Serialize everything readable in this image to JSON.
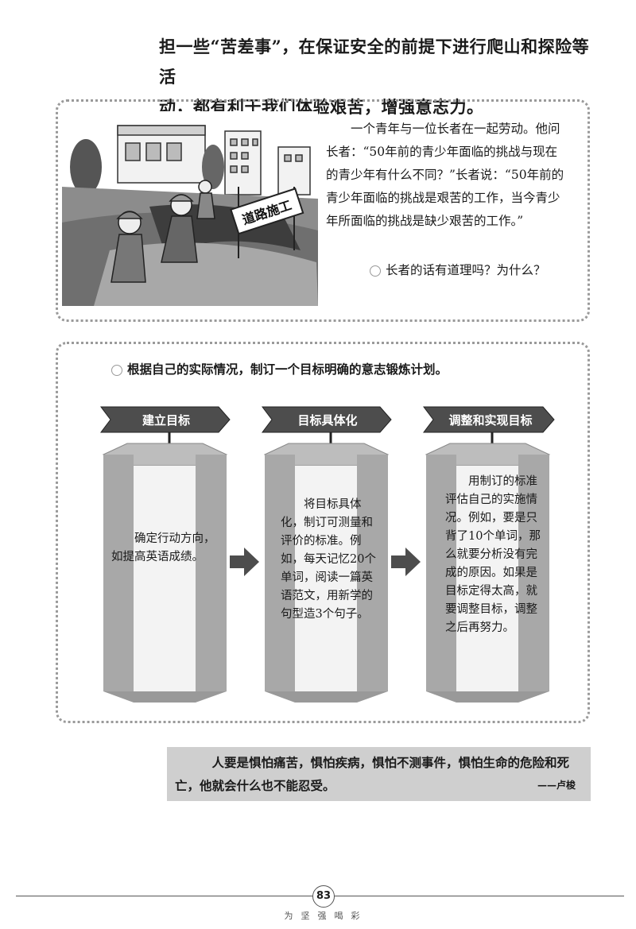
{
  "intro": {
    "line1": "担一些“苦差事”，在保证安全的前提下进行爬山和探险等活",
    "line2": "动，都有利于我们体验艰苦，增强意志力。"
  },
  "story": {
    "sign_text": "道路施工",
    "text": "一个青年与一位长者在一起劳动。他问长者：“50年前的青少年面临的挑战与现在的青少年有什么不同？”长者说：“50年前的青少年面临的挑战是艰苦的工作，当今青少年所面临的挑战是缺少艰苦的工作。”",
    "question": "长者的话有道理吗？为什么？"
  },
  "plan": {
    "task": "根据自己的实际情况，制订一个目标明确的意志锻炼计划。",
    "steps": [
      {
        "label": "建立目标",
        "text": "确定行动方向，如提高英语成绩。"
      },
      {
        "label": "目标具体化",
        "text": "将目标具体化，制订可测量和评价的标准。例如，每天记忆20个单词，阅读一篇英语范文，用新学的句型造3个句子。"
      },
      {
        "label": "调整和实现目标",
        "text": "用制订的标准评估自己的实施情况。例如，要是只背了10个单词，那么就要分析没有完成的原因。如果是目标定得太高，就要调整目标，调整之后再努力。"
      }
    ]
  },
  "quote": {
    "text": "人要是惧怕痛苦，惧怕疾病，惧怕不测事件，惧怕生命的危险和死亡，他就会什么也不能忍受。",
    "author": "——卢梭"
  },
  "footer": {
    "page_number": "83",
    "text": "为坚强喝彩"
  }
}
